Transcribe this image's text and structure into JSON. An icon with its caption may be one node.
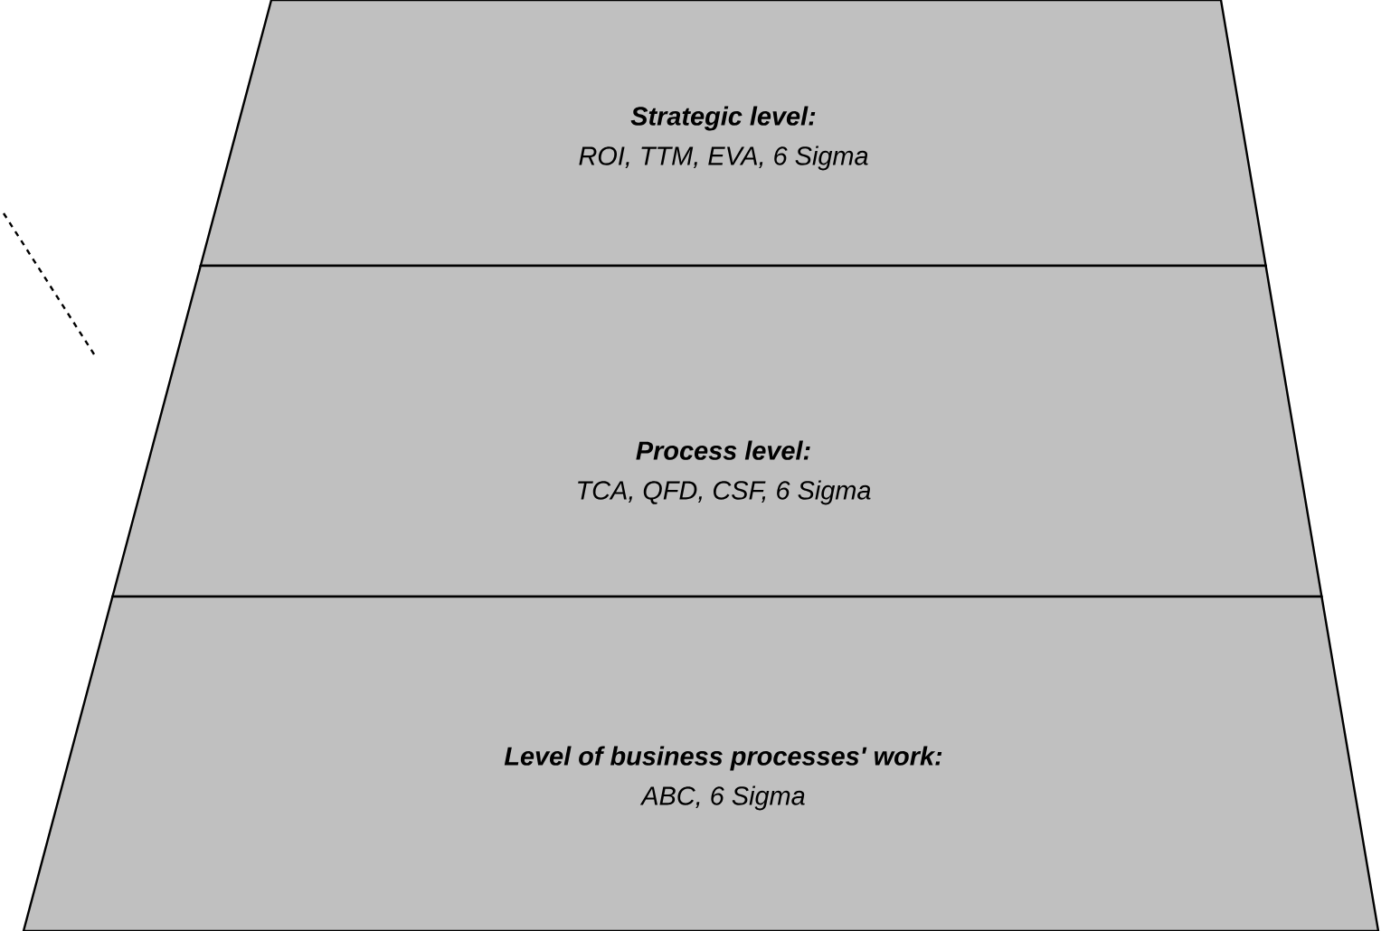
{
  "diagram": {
    "nodes": [
      {
        "text": [
          "Strategic level:",
          "ROI, TTM, EVA, 6 Sigma"
        ]
      },
      {
        "text": [
          "Process level:",
          "TCA, QFD, CSF, 6 Sigma"
        ]
      },
      {
        "text": [
          "Level of business processes' work:",
          "ABC, 6 Sigma"
        ]
      }
    ]
  }
}
